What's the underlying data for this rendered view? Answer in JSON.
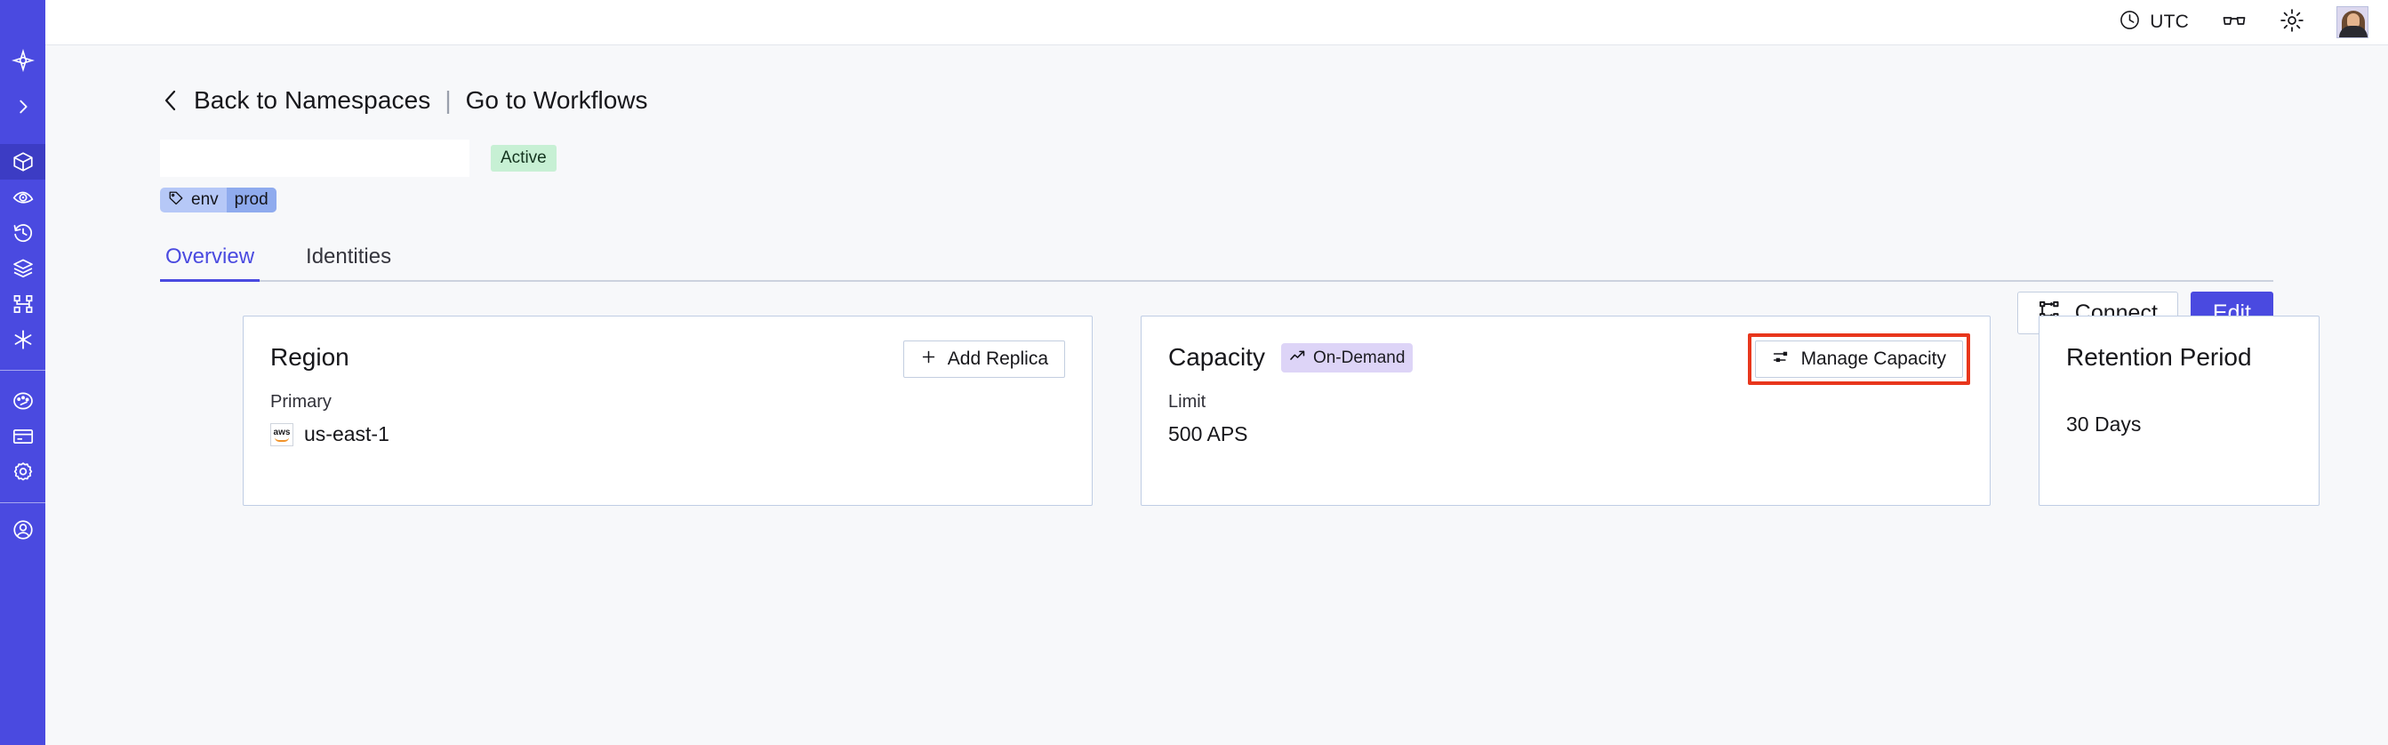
{
  "sidebar": {
    "items": [
      {
        "name": "logo",
        "icon": "temporal-logo-icon",
        "label": "Temporal"
      },
      {
        "name": "expand",
        "icon": "chevron-right-icon",
        "label": "Expand navigation"
      },
      {
        "name": "namespaces",
        "icon": "cube-icon",
        "label": "Namespaces",
        "active": true
      },
      {
        "name": "observability",
        "icon": "eye-icon",
        "label": "Observability"
      },
      {
        "name": "history",
        "icon": "clock-rewind-icon",
        "label": "History"
      },
      {
        "name": "layers",
        "icon": "layers-icon",
        "label": "Layers"
      },
      {
        "name": "workflows",
        "icon": "workflow-graph-icon",
        "label": "Workflows"
      },
      {
        "name": "integrations",
        "icon": "asterisk-icon",
        "label": "Integrations"
      },
      {
        "name": "usage",
        "icon": "gauge-icon",
        "label": "Usage"
      },
      {
        "name": "billing",
        "icon": "credit-card-icon",
        "label": "Billing"
      },
      {
        "name": "settings",
        "icon": "gear-icon",
        "label": "Settings"
      }
    ]
  },
  "topbar": {
    "timezone_icon": "clock-icon",
    "timezone": "UTC",
    "glasses_icon": "reading-glasses-icon",
    "theme_icon": "sun-icon",
    "avatar_icon": "user-avatar"
  },
  "breadcrumb": {
    "back_icon": "chevron-left-icon",
    "back_label": "Back to Namespaces",
    "separator": "|",
    "forward_label": "Go to Workflows"
  },
  "namespace": {
    "title_redacted": "",
    "title_dot": "",
    "status": "Active",
    "tag": {
      "icon": "tag-icon",
      "key": "env",
      "value": "prod"
    }
  },
  "header_actions": {
    "connect_icon": "connect-flow-icon",
    "connect_label": "Connect",
    "edit_label": "Edit"
  },
  "tabs": [
    {
      "label": "Overview",
      "active": true
    },
    {
      "label": "Identities",
      "active": false
    }
  ],
  "cards": {
    "region": {
      "title": "Region",
      "action_icon": "plus-icon",
      "action_label": "Add Replica",
      "sub_label": "Primary",
      "provider_icon": "aws-logo-icon",
      "provider_text": "aws",
      "value": "us-east-1"
    },
    "capacity": {
      "title": "Capacity",
      "badge_icon": "trend-up-icon",
      "badge_label": "On-Demand",
      "action_icon": "sliders-icon",
      "action_label": "Manage Capacity",
      "sub_label": "Limit",
      "value": "500 APS",
      "highlighted": true
    },
    "retention": {
      "title": "Retention Period",
      "value": "30 Days"
    }
  },
  "colors": {
    "brand": "#4a4ae0",
    "sidebar_active": "#3c3cc4",
    "page_bg": "#f7f8fa",
    "card_border": "#bfcde4",
    "status_badge_bg": "#c7f0d4",
    "tag_bg": "#b6c8f7",
    "tag_value_bg": "#8fabee",
    "ondemand_bg": "#ddd4f7",
    "highlight_outline": "#e8361c"
  }
}
